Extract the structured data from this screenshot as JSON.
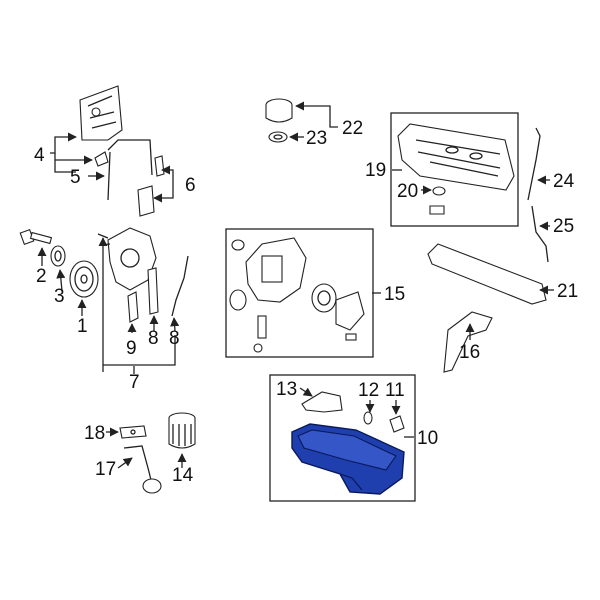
{
  "diagram": {
    "highlight_color": "#1f3fae",
    "labels": {
      "l1": "1",
      "l2": "2",
      "l3": "3",
      "l4": "4",
      "l5": "5",
      "l6": "6",
      "l7": "7",
      "l8a": "8",
      "l8b": "8",
      "l9": "9",
      "l10": "10",
      "l11": "11",
      "l12": "12",
      "l13": "13",
      "l14": "14",
      "l15": "15",
      "l16": "16",
      "l17": "17",
      "l18": "18",
      "l19": "19",
      "l20": "20",
      "l21": "21",
      "l22": "22",
      "l23": "23",
      "l24": "24",
      "l25": "25"
    }
  }
}
